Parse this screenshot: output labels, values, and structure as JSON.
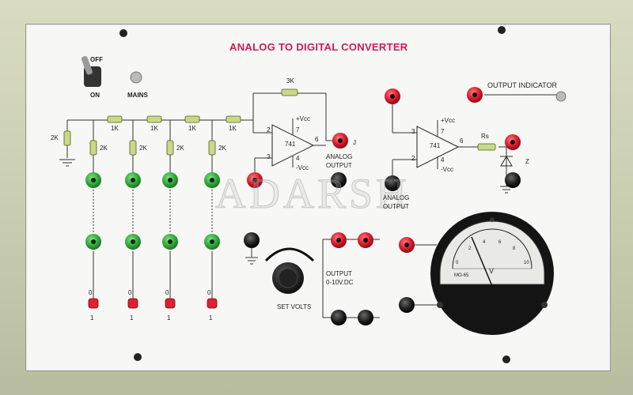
{
  "title": "ANALOG TO DIGITAL CONVERTER",
  "watermark": "ADARSH",
  "switch": {
    "off": "OFF",
    "on": "ON"
  },
  "mains": "MAINS",
  "ladder": {
    "series_r": "1K",
    "shunt_r": "2K",
    "terminator_r": "2K"
  },
  "opamp1": {
    "feedback_r": "3K",
    "chip": "741",
    "pin2": "2",
    "pin3": "3",
    "pin4": "4",
    "pin6": "6",
    "pin7": "7",
    "plus_vcc": "+Vcc",
    "minus_vcc": "-Vcc",
    "out_label": "J",
    "analog_output_1": "ANALOG",
    "analog_output_2": "OUTPUT"
  },
  "opamp2": {
    "chip": "741",
    "pin2": "2",
    "pin3": "3",
    "pin4": "4",
    "pin6": "6",
    "pin7": "7",
    "plus_vcc": "+Vcc",
    "minus_vcc": "-Vcc",
    "rs": "Rs",
    "zener": "Z",
    "analog_output_1": "ANALOG",
    "analog_output_2": "OUTPUT"
  },
  "output_indicator": "OUTPUT INDICATOR",
  "output_supply": {
    "line1": "OUTPUT",
    "line2": "0-10V.DC"
  },
  "set_volts": "SET VOLTS",
  "toggles": [
    {
      "zero": "0",
      "one": "1"
    },
    {
      "zero": "0",
      "one": "1"
    },
    {
      "zero": "0",
      "one": "1"
    },
    {
      "zero": "0",
      "one": "1"
    }
  ],
  "meter": {
    "unit": "V",
    "scale": [
      "0",
      "2",
      "4",
      "6",
      "8",
      "10"
    ],
    "maker": "MO-65"
  },
  "colors": {
    "title": "#d2185a",
    "green_terminal": "#2fa53a",
    "red_terminal": "#d6162a",
    "black_terminal": "#1b1b1b",
    "panel": "#f7f7f5",
    "frame": "#c9cdb0"
  }
}
